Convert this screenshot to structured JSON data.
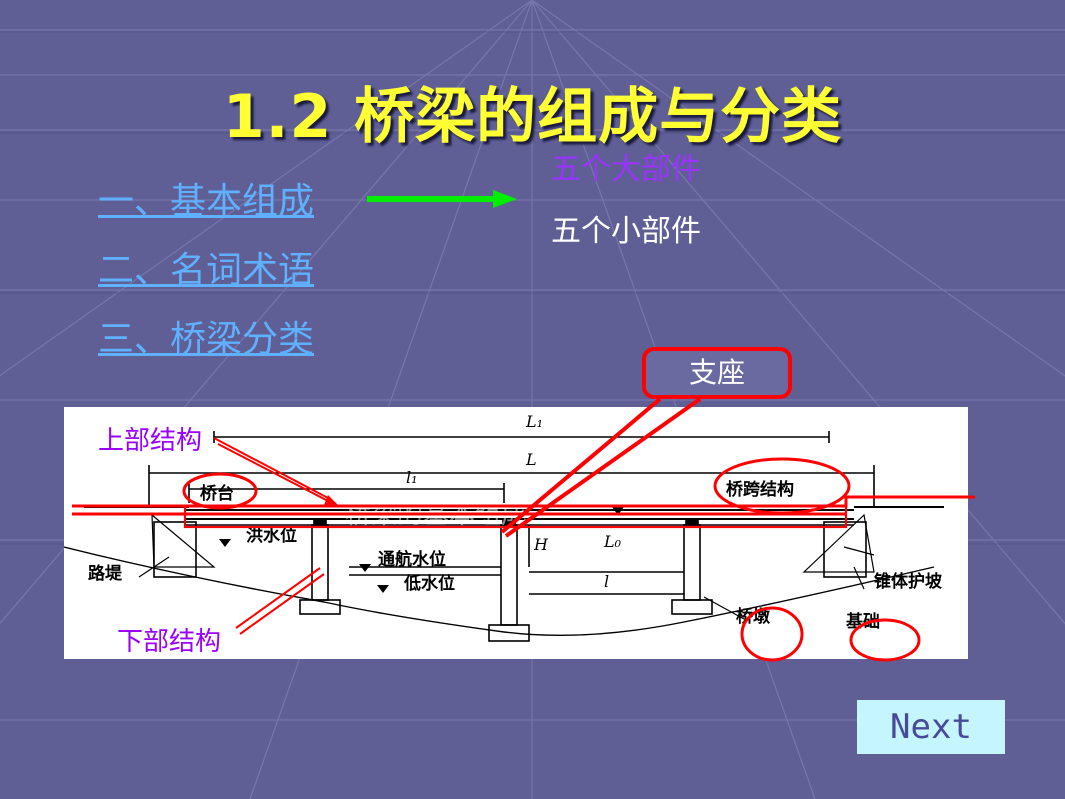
{
  "title": "1.2 桥梁的组成与分类",
  "menu": [
    {
      "label": "一、基本组成"
    },
    {
      "label": "二、名词术语"
    },
    {
      "label": "三、桥梁分类"
    }
  ],
  "options": [
    "五个大部件",
    "五个小部件"
  ],
  "callout": "支座",
  "labels": {
    "upper": "上部结构",
    "lower": "下部结构"
  },
  "ghost_text": "桥梁的基本组成",
  "diagram": {
    "labels": {
      "qiaotai": "桥台",
      "lutie": "路堤",
      "hongshui": "洪水位",
      "tonghang": "通航水位",
      "dishui": "低水位",
      "qiaokua": "桥跨结构",
      "zhuiti": "锥体护坡",
      "qiaodun": "桥墩",
      "jichu": "基础"
    },
    "dims": {
      "L1": "L₁",
      "L": "L",
      "l1": "l₁",
      "H": "H",
      "L0": "L₀",
      "l": "l"
    }
  },
  "next_label": "Next",
  "colors": {
    "background": "#5f5f96",
    "title": "#ffff33",
    "link": "#5fb0ff",
    "accent_red": "#ff0000",
    "arrow_green": "#00ff00",
    "purple": "#9a00ff"
  }
}
